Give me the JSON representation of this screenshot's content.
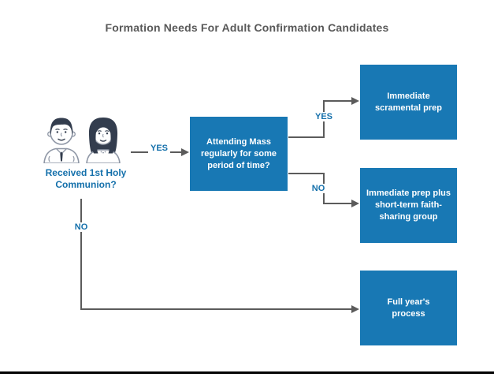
{
  "title": "Formation Needs For Adult Confirmation Candidates",
  "flowchart": {
    "start": {
      "icon": "man-woman-avatars",
      "question": "Received 1st Holy Communion?"
    },
    "decision": {
      "text": "Attending Mass regularly for some period of time?"
    },
    "outcomes": [
      {
        "text": "Immediate scramental prep"
      },
      {
        "text": "Immediate prep plus short-term faith-sharing group"
      },
      {
        "text": "Full year's process"
      }
    ],
    "edges": [
      {
        "label": "YES",
        "from": "start",
        "to": "decision"
      },
      {
        "label": "YES",
        "from": "decision",
        "to": "immediate-sacramental-prep"
      },
      {
        "label": "NO",
        "from": "decision",
        "to": "immediate-prep-plus-group"
      },
      {
        "label": "NO",
        "from": "start",
        "to": "full-years-process"
      }
    ]
  },
  "colors": {
    "box_fill": "#1878b4",
    "accent_text": "#1470ab",
    "connector": "#5b5b5b",
    "title_text": "#595959"
  }
}
